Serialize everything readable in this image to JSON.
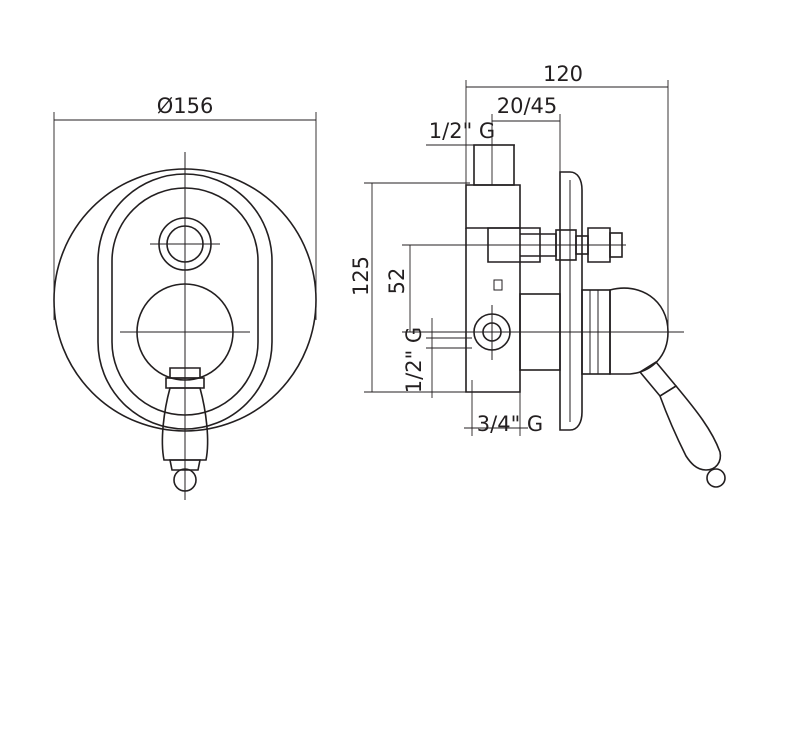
{
  "front_view": {
    "diameter_label": "Ø156"
  },
  "side_view": {
    "overall_depth_label": "120",
    "adjust_range_label": "20/45",
    "top_inlet_label": "1/2\" G",
    "height_label": "125",
    "center_distance_label": "52",
    "side_inlet_label": "1/2\" G",
    "bottom_outlet_label": "3/4\" G"
  },
  "colors": {
    "line": "#231f20",
    "background": "#ffffff"
  }
}
